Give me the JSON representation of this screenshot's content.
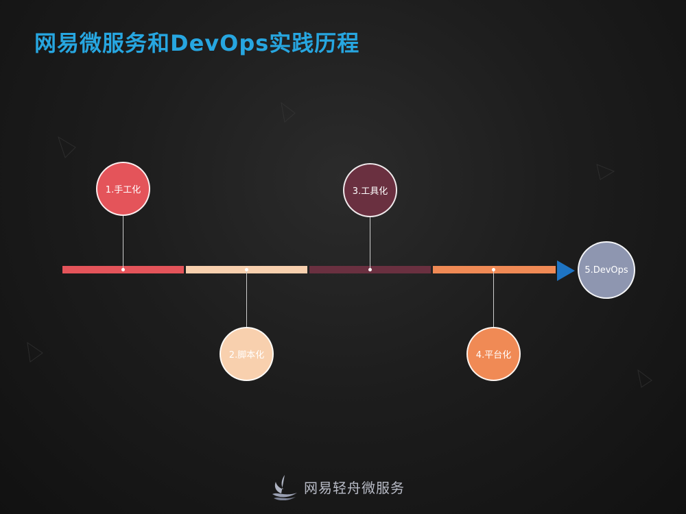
{
  "title": "网易微服务和DevOps实践历程",
  "colors": {
    "title": "#27a6e0",
    "stage1": "#e4545a",
    "stage2": "#f8d0ae",
    "stage3": "#6a3040",
    "stage4": "#f08a55",
    "stage5": "#8e96b0",
    "arrow": "#1e74c3"
  },
  "stages": [
    {
      "label": "1.手工化"
    },
    {
      "label": "2.脚本化"
    },
    {
      "label": "3.工具化"
    },
    {
      "label": "4.平台化"
    },
    {
      "label": "5.DevOps"
    }
  ],
  "footer": {
    "logo_icon": "boat-wave-icon",
    "brand_text": "网易轻舟微服务"
  }
}
